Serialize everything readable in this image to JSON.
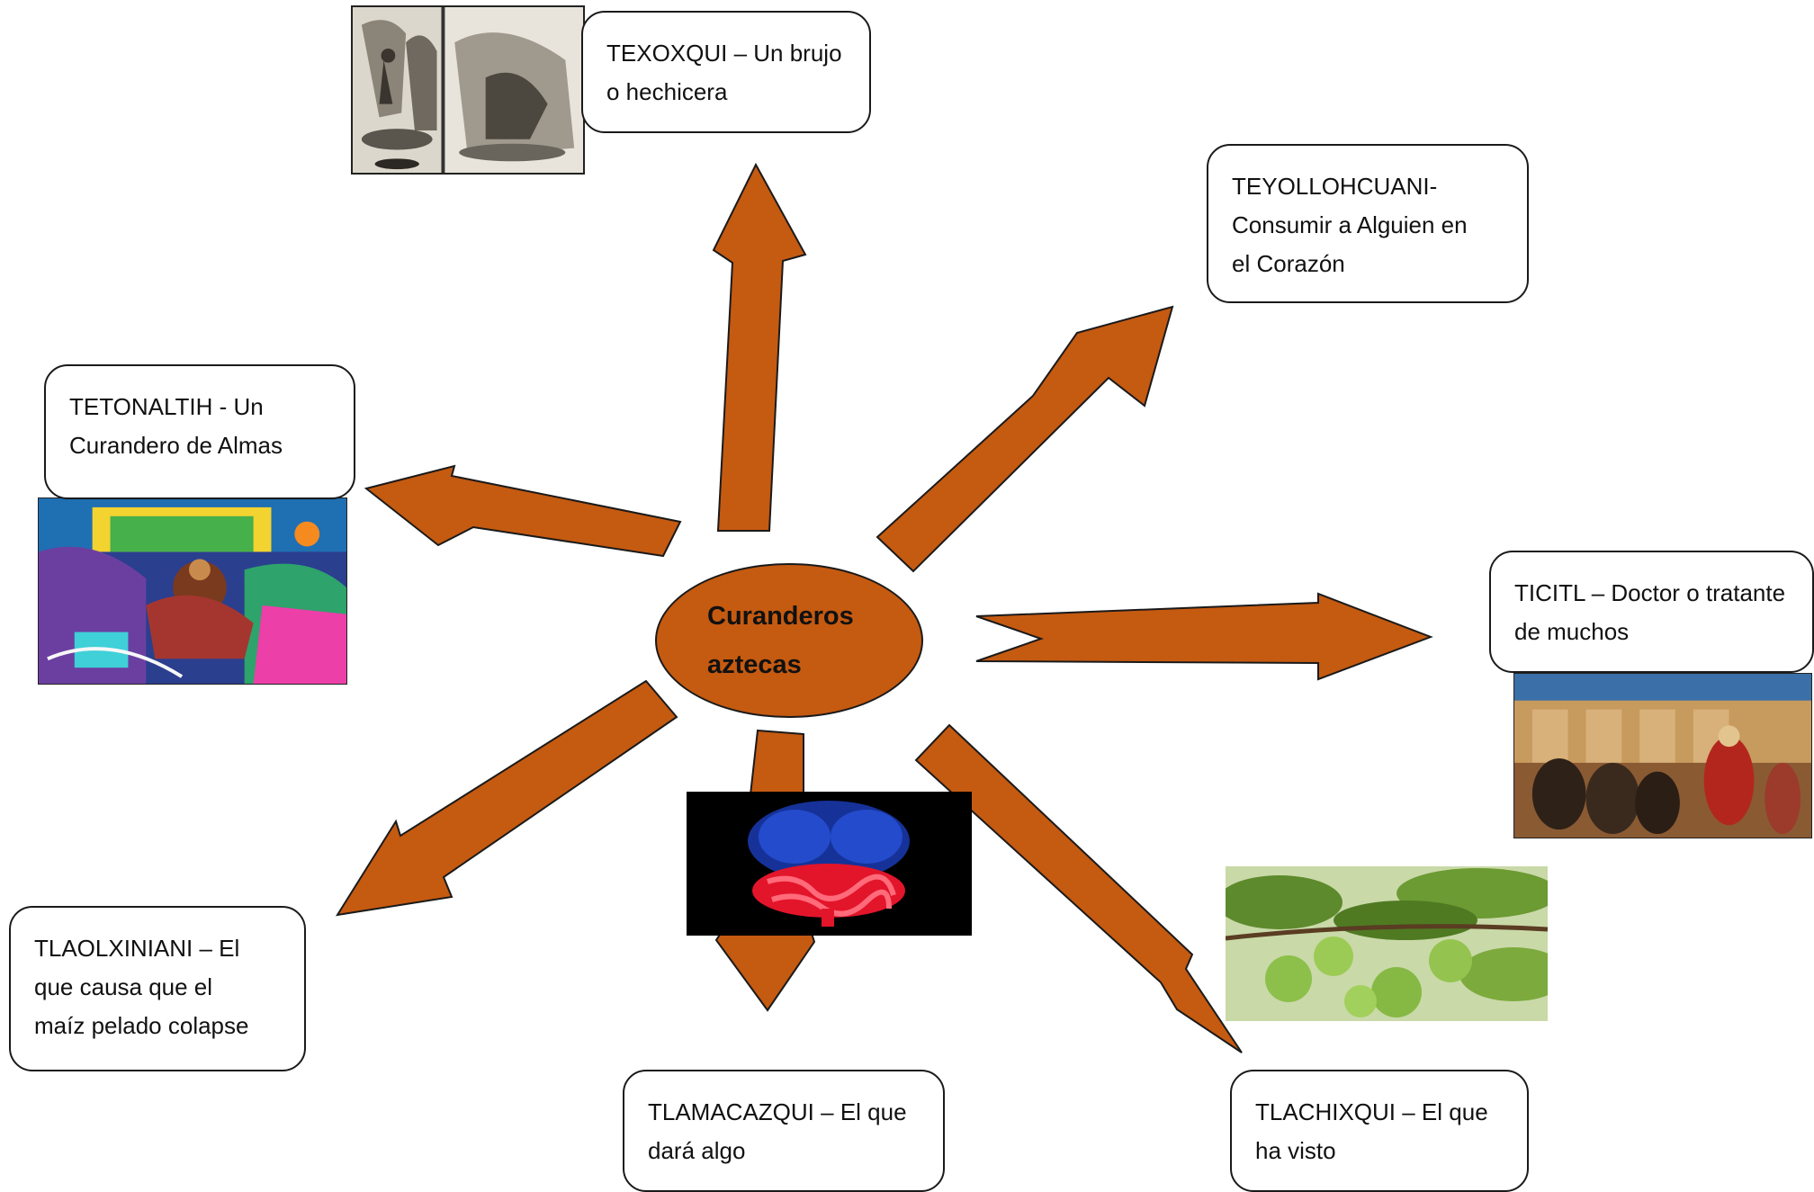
{
  "center": {
    "line1": "Curanderos",
    "line2": "aztecas"
  },
  "boxes": {
    "texoxqui": {
      "line1": "TEXOXQUI – Un brujo",
      "line2": "o hechicera"
    },
    "teyollohcuani": {
      "line1": "TEYOLLOHCUANI-",
      "line2": "Consumir a Alguien en",
      "line3": "el Corazón"
    },
    "tetonaltih": {
      "line1": "TETONALTIH - Un",
      "line2": "Curandero de Almas"
    },
    "ticitl": {
      "line1": "TICITL – Doctor o tratante",
      "line2": "de muchos"
    },
    "tlaolxiniani": {
      "line1": "TLAOLXINIANI – El",
      "line2": "que causa que el",
      "line3": "maíz pelado colapse"
    },
    "tlamacazqui": {
      "line1": "TLAMACAZQUI – El que",
      "line2": "dará algo"
    },
    "tlachixqui": {
      "line1": "TLACHIXQUI – El que",
      "line2": "ha visto"
    }
  },
  "images": {
    "engraving": "sorcerer-engraving-image",
    "painting": "colorful-painting-image",
    "fresco": "fresco-painting-image",
    "anatomy": "digestive-anatomy-image",
    "guava": "guava-fruit-image"
  },
  "colors": {
    "arrow": "#c55a11",
    "outline": "#1a1a1a"
  }
}
